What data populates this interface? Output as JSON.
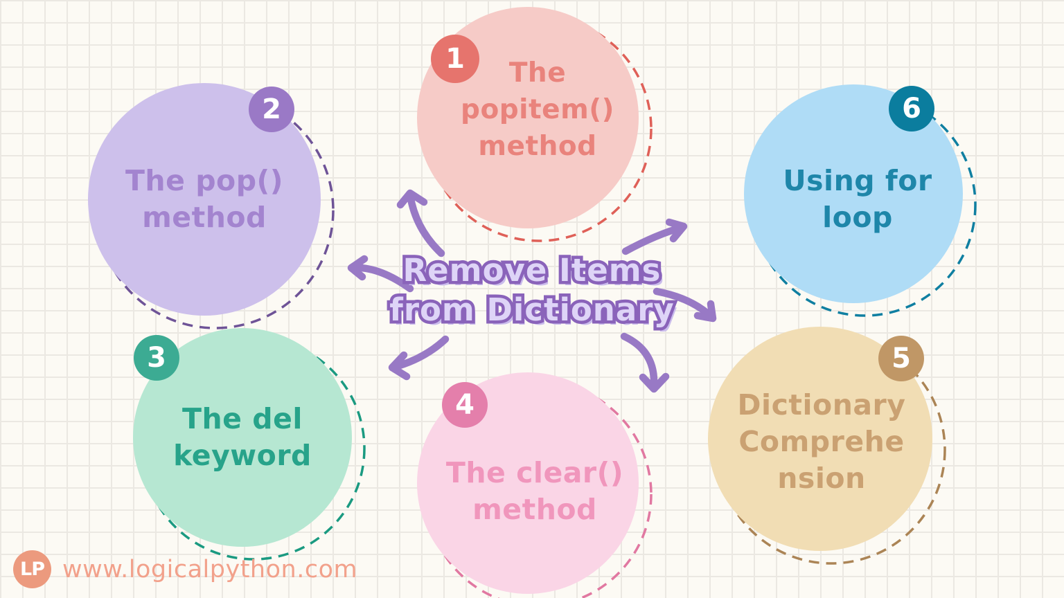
{
  "title": {
    "line1": "Remove Items",
    "line2": "from Dictionary",
    "fill_color": "#ded4f7",
    "outline_color": "#8a63ba"
  },
  "nodes": [
    {
      "number": "1",
      "lines": [
        "The",
        "popitem()",
        "method"
      ],
      "fill": "#f6cbc7",
      "border": "#df6058",
      "badge_color": "#e6746d",
      "text_color": "#e9837c"
    },
    {
      "number": "2",
      "lines": [
        "The pop()",
        "method"
      ],
      "fill": "#cdc0eb",
      "border": "#6e5397",
      "badge_color": "#9a79c6",
      "text_color": "#a384cf"
    },
    {
      "number": "3",
      "lines": [
        "The del",
        "keyword"
      ],
      "fill": "#b6e7d2",
      "border": "#1a9a81",
      "badge_color": "#3cab93",
      "text_color": "#27a38a"
    },
    {
      "number": "4",
      "lines": [
        "The clear()",
        "method"
      ],
      "fill": "#fad5e6",
      "border": "#e178a1",
      "badge_color": "#e47fab",
      "text_color": "#f096bc"
    },
    {
      "number": "5",
      "lines": [
        "Dictionary",
        "Comprehe",
        "nsion"
      ],
      "fill": "#f1ddb4",
      "border": "#ab8455",
      "badge_color": "#c09766",
      "text_color": "#caa172"
    },
    {
      "number": "6",
      "lines": [
        "Using for",
        "loop"
      ],
      "fill": "#afdcf6",
      "border": "#0f7fa1",
      "badge_color": "#0b7d9e",
      "text_color": "#1e86a9"
    }
  ],
  "arrows": {
    "color": "#9879c5"
  },
  "footer": {
    "logo_initials": "LP",
    "website": "www.logicalpython.com"
  },
  "colors": {
    "background": "#fcfaf4",
    "grid_line": "#ebe8e2",
    "footer_accent": "#f2a18b",
    "logo_background": "#ec9a7e"
  }
}
